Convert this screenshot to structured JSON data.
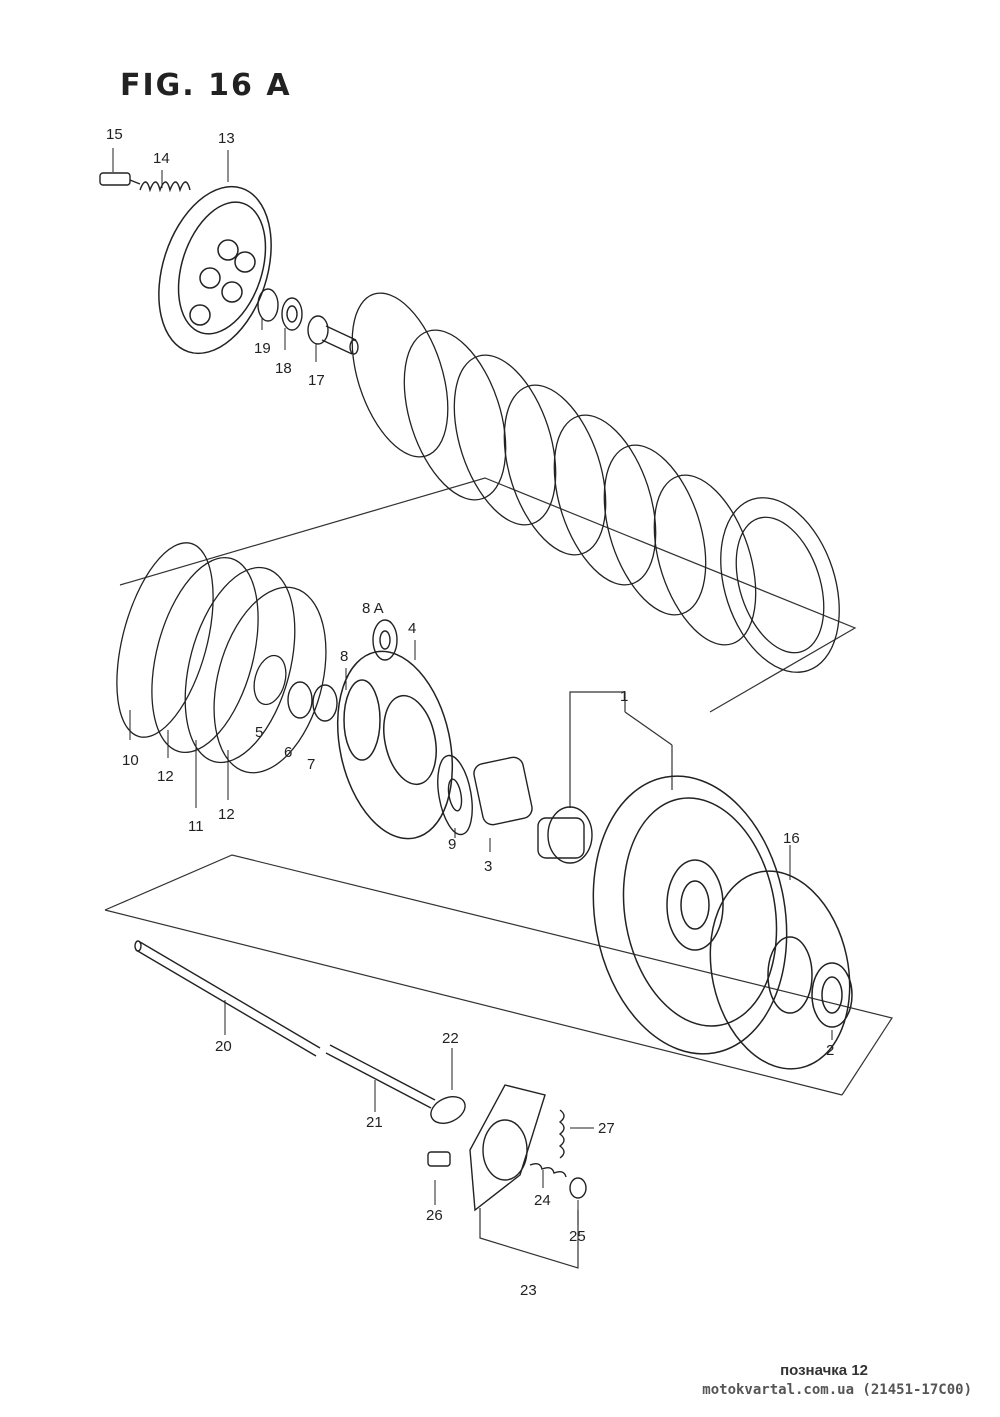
{
  "figure": {
    "title": "FIG. 16 A"
  },
  "callouts": [
    "15",
    "14",
    "13",
    "19",
    "18",
    "17",
    "8 A",
    "4",
    "8",
    "1",
    "10",
    "12",
    "11",
    "12",
    "5",
    "6",
    "7",
    "9",
    "3",
    "16",
    "2",
    "20",
    "22",
    "21",
    "27",
    "26",
    "24",
    "25",
    "23"
  ],
  "footer": {
    "note": "позначка 12",
    "source": "motokvartal.com.ua (21451-17C00)"
  }
}
